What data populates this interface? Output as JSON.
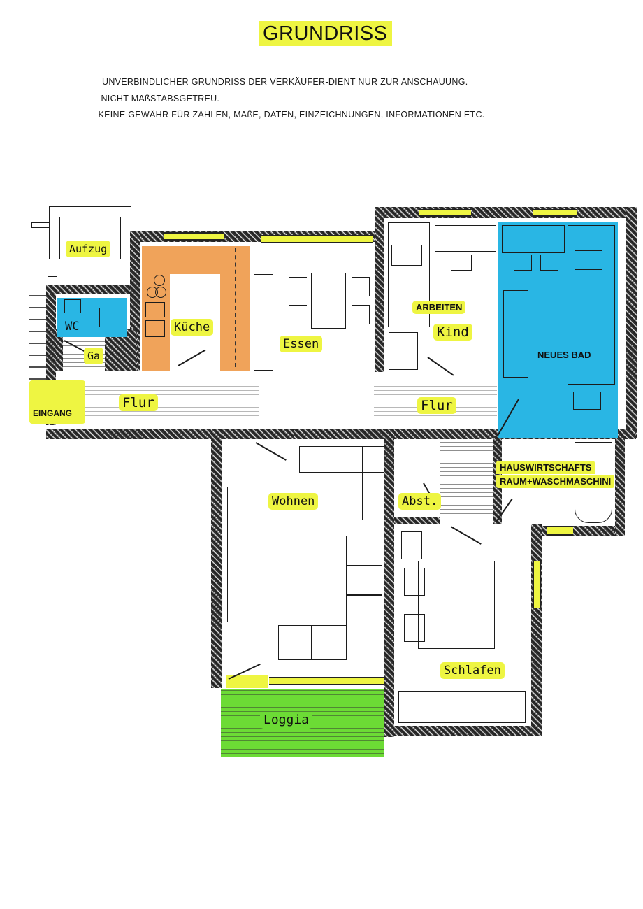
{
  "header": {
    "title": "GRUNDRISS",
    "notes": [
      "UNVERBINDLICHER GRUNDRISS DER VERKÄUFER-DIENT NUR ZUR ANSCHAUUNG.",
      "-NICHT MAßSTABSGETREU.",
      "-KEINE GEWÄHR FÜR ZAHLEN, MAßE, DATEN, EINZEICHNUNGEN, INFORMATIONEN ETC."
    ]
  },
  "rooms": {
    "aufzug": "Aufzug",
    "wc": "WC",
    "ga": "Ga",
    "kueche": "Küche",
    "essen": "Essen",
    "arbeiten": "ARBEITEN",
    "kind": "Kind",
    "neues_bad": "NEUES BAD",
    "eingang": "EINGANG",
    "flur_left": "Flur",
    "flur_right": "Flur",
    "hauswirtschaft_line1": "HAUSWIRTSCHAFTS",
    "hauswirtschaft_line2": "RAUM+WASCHMASCHINI",
    "wohnen": "Wohnen",
    "abst": "Abst.",
    "schlafen": "Schlafen",
    "loggia": "Loggia"
  },
  "colors": {
    "highlight": "#eef542",
    "kitchen": "#f0a35a",
    "bath": "#29b6e4",
    "loggia": "#6cdb35",
    "wall": "#2a2a2a"
  }
}
